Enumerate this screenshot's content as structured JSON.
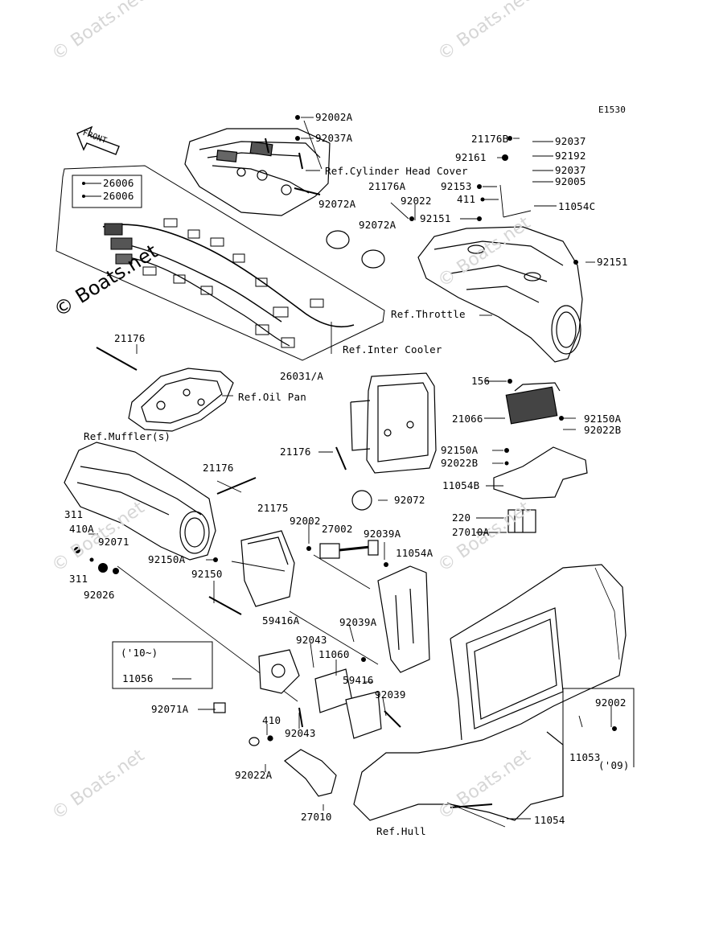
{
  "diagram_code": "E1530",
  "watermark": "© Boats.net",
  "front_label": "FRONT",
  "labels": {
    "p92002A": "92002A",
    "p92037A": "92037A",
    "refCylHead": "Ref.Cylinder Head Cover",
    "p21176B": "21176B",
    "p92037_1": "92037",
    "p92161": "92161",
    "p92192": "92192",
    "p92037_2": "92037",
    "p92005": "92005",
    "p92153": "92153",
    "p411": "411",
    "p11054C": "11054C",
    "p21176A": "21176A",
    "p92022": "92022",
    "p92072A_1": "92072A",
    "p92072A_2": "92072A",
    "p92151_1": "92151",
    "p92151_2": "92151",
    "p26006_1": "26006",
    "p26006_2": "26006",
    "refThrottle": "Ref.Throttle",
    "p21176_1": "21176",
    "p26031A": "26031/A",
    "refInterCooler": "Ref.Inter Cooler",
    "refOilPan": "Ref.Oil Pan",
    "p156": "156",
    "p21066": "21066",
    "p92150A_1": "92150A",
    "p92022B_1": "92022B",
    "refMuffler": "Ref.Muffler(s)",
    "p21176_2": "21176",
    "p21176_3": "21176",
    "p92150A_2": "92150A",
    "p92022B_2": "92022B",
    "p11054B": "11054B",
    "p92072": "92072",
    "p21175": "21175",
    "p92002_1": "92002",
    "p27002": "27002",
    "p92039A_1": "92039A",
    "p220": "220",
    "p27010A": "27010A",
    "p311_1": "311",
    "p410A": "410A",
    "p92071": "92071",
    "p311_2": "311",
    "p92026": "92026",
    "p92150A_3": "92150A",
    "p11054A": "11054A",
    "p92150": "92150",
    "p59416A": "59416A",
    "p92039A_2": "92039A",
    "p92043_1": "92043",
    "p11060": "11060",
    "p10": "('10~)",
    "p11056": "11056",
    "p59416": "59416",
    "p92039": "92039",
    "p92071A": "92071A",
    "p410": "410",
    "p92043_2": "92043",
    "p92022A": "92022A",
    "p27010": "27010",
    "p92002_2": "92002",
    "p11053": "11053",
    "p09": "('09)",
    "refHull": "Ref.Hull",
    "p11054": "11054"
  }
}
